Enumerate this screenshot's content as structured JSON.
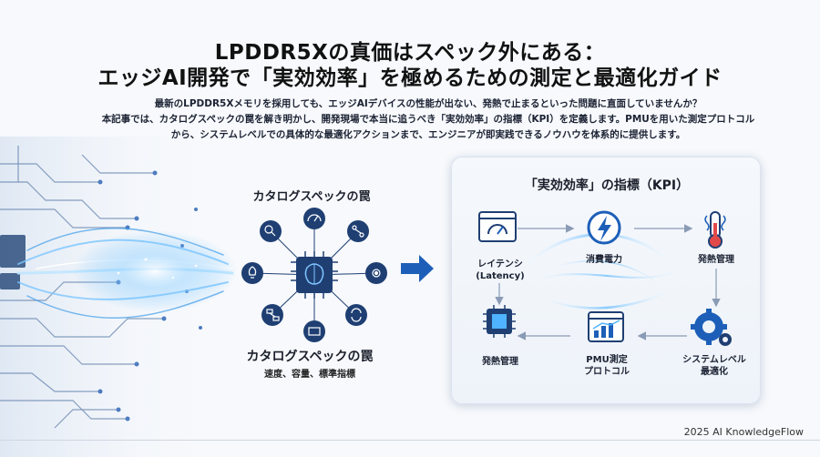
{
  "title": {
    "line1": "LPDDR5Xの真価はスペック外にある：",
    "line2": "エッジAI開発で「実効効率」を極めるための測定と最適化ガイド"
  },
  "intro": {
    "line1": "最新のLPDDR5Xメモリを採用しても、エッジAIデバイスの性能が出ない、発熱で止まるといった問題に直面していませんか？",
    "line2": "本記事では、カタログスペックの罠を解き明かし、開発現場で本当に追うべき「実効効率」の指標（KPI）を定義します。PMUを用いた測定プロトコル",
    "line3": "から、システムレベルでの具体的な最適化アクションまで、エンジニアが即実践できるノウハウを体系的に提供します。"
  },
  "left_panel": {
    "heading": "カタログスペックの罠",
    "caption": "カタログスペックの罠",
    "subcaption": "速度、容量、標準指標"
  },
  "kpi_panel": {
    "heading": "「実効効率」の指標（KPI）",
    "nodes": {
      "latency_line1": "レイテンシ",
      "latency_line2": "(Latency)",
      "power": "消費電力",
      "thermal_top": "発熱管理",
      "thermal_bottom": "発熱管理",
      "pmu_line1": "PMU測定",
      "pmu_line2": "プロトコル",
      "system_line1": "システムレベル",
      "system_line2": "最適化"
    }
  },
  "footer": {
    "credit": "2025 AI KnowledgeFlow"
  },
  "colors": {
    "accent_blue": "#1d5fb8",
    "dark_navy": "#1f3f73",
    "glow": "#4fb3ff"
  }
}
